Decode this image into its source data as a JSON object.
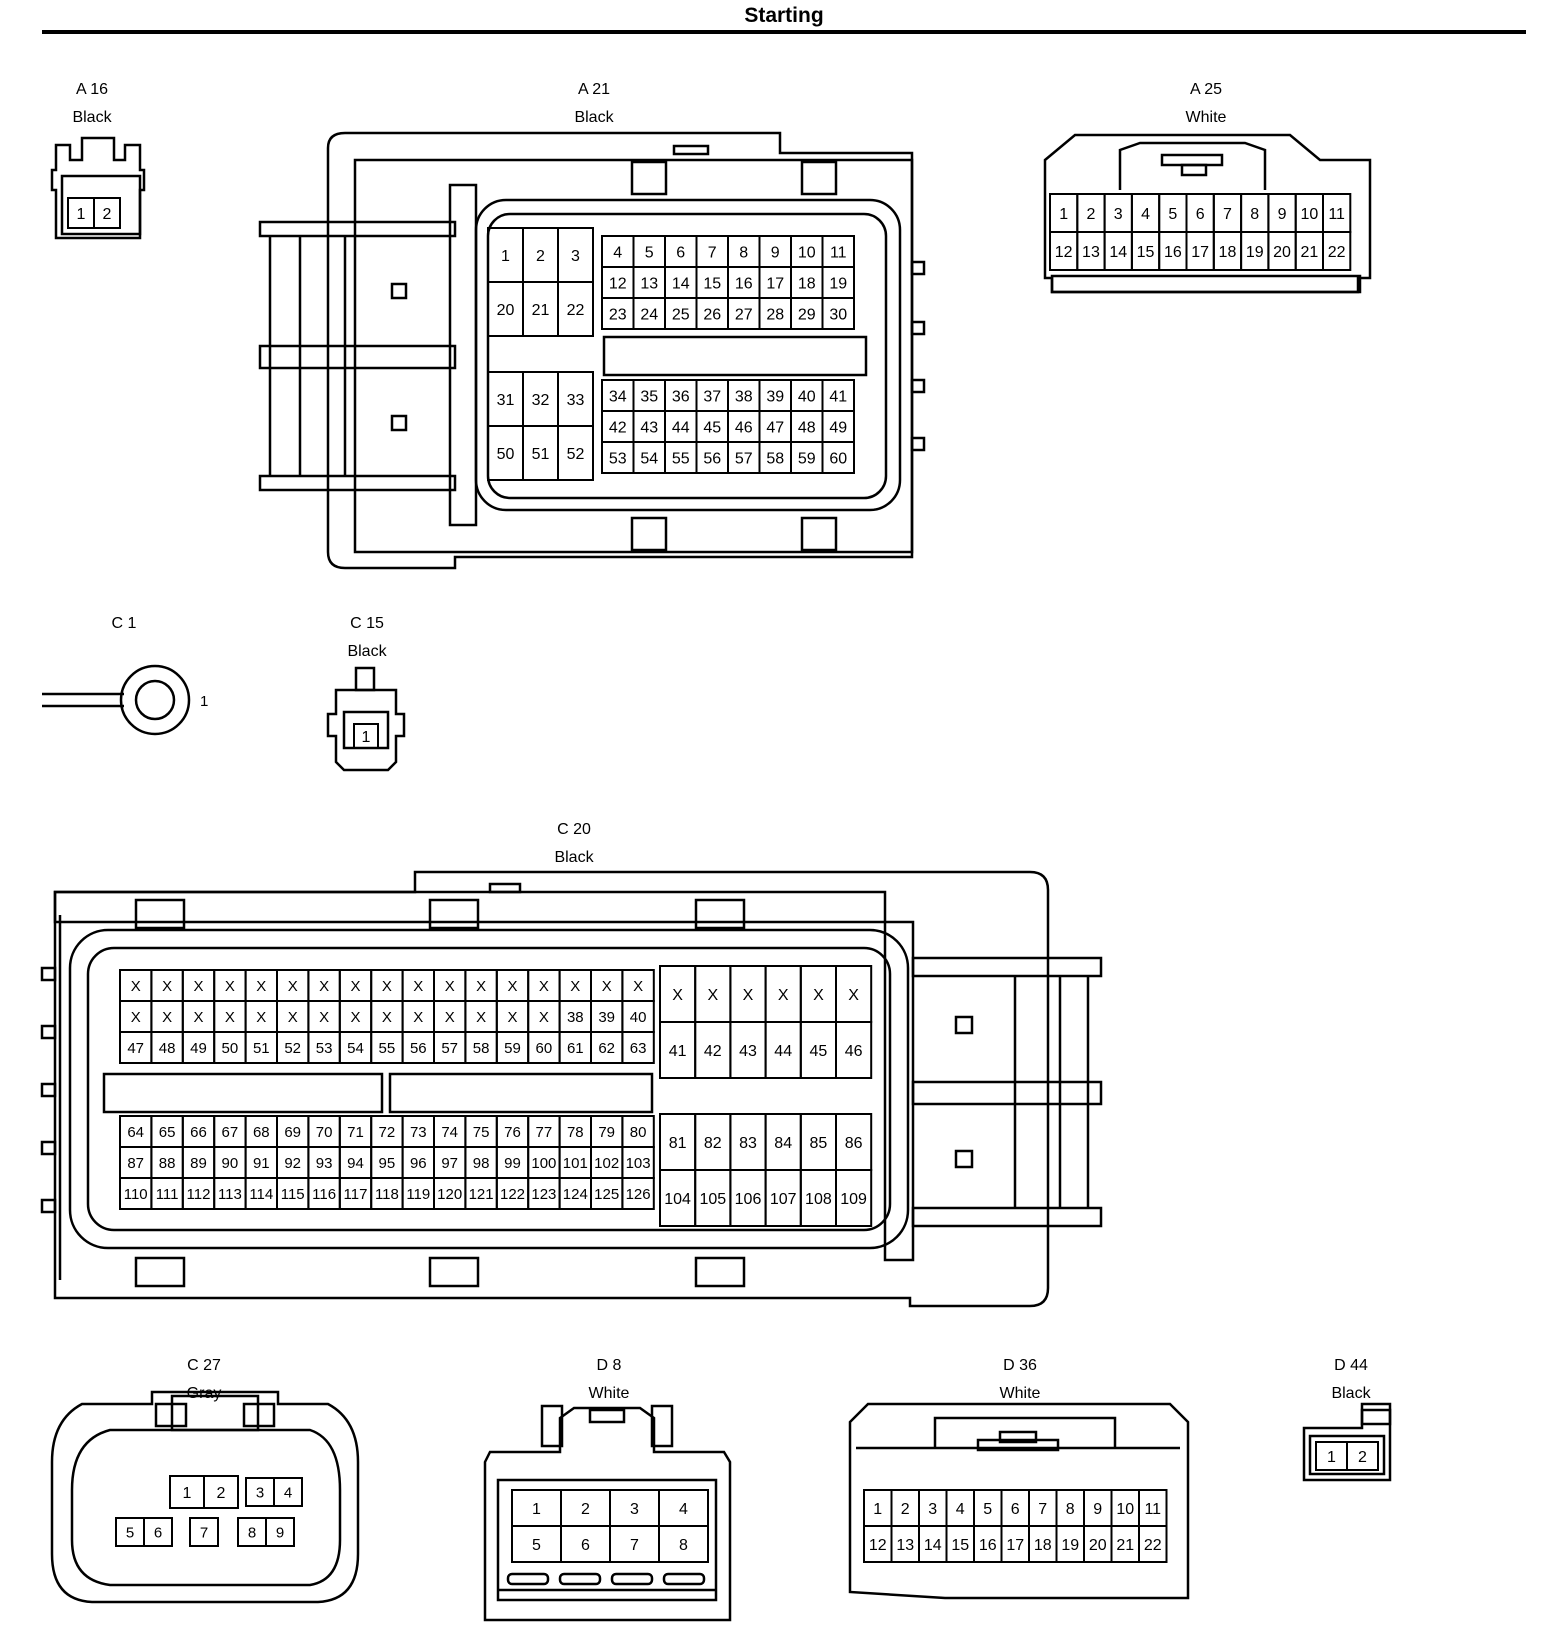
{
  "title": "Starting",
  "connectors": {
    "a16": {
      "id": "A 16",
      "color": "Black",
      "pins": [
        "1",
        "2"
      ]
    },
    "a21": {
      "id": "A 21",
      "color": "Black",
      "big_top": [
        "1",
        "2",
        "3",
        "20",
        "21",
        "22"
      ],
      "small_top": [
        "4",
        "5",
        "6",
        "7",
        "8",
        "9",
        "10",
        "11",
        "12",
        "13",
        "14",
        "15",
        "16",
        "17",
        "18",
        "19",
        "23",
        "24",
        "25",
        "26",
        "27",
        "28",
        "29",
        "30"
      ],
      "big_bottom": [
        "31",
        "32",
        "33",
        "50",
        "51",
        "52"
      ],
      "small_bottom": [
        "34",
        "35",
        "36",
        "37",
        "38",
        "39",
        "40",
        "41",
        "42",
        "43",
        "44",
        "45",
        "46",
        "47",
        "48",
        "49",
        "53",
        "54",
        "55",
        "56",
        "57",
        "58",
        "59",
        "60"
      ]
    },
    "a25": {
      "id": "A 25",
      "color": "White",
      "pins": [
        "1",
        "2",
        "3",
        "4",
        "5",
        "6",
        "7",
        "8",
        "9",
        "10",
        "11",
        "12",
        "13",
        "14",
        "15",
        "16",
        "17",
        "18",
        "19",
        "20",
        "21",
        "22"
      ]
    },
    "c1": {
      "id": "C 1",
      "pins": [
        "1"
      ]
    },
    "c15": {
      "id": "C 15",
      "color": "Black",
      "pins": [
        "1"
      ]
    },
    "c20": {
      "id": "C 20",
      "color": "Black",
      "left_top": [
        "X",
        "X",
        "X",
        "X",
        "X",
        "X",
        "X",
        "X",
        "X",
        "X",
        "X",
        "X",
        "X",
        "X",
        "X",
        "X",
        "X",
        "X",
        "X",
        "X",
        "X",
        "X",
        "X",
        "X",
        "X",
        "X",
        "X",
        "X",
        "X",
        "X",
        "X",
        "38",
        "39",
        "40",
        "47",
        "48",
        "49",
        "50",
        "51",
        "52",
        "53",
        "54",
        "55",
        "56",
        "57",
        "58",
        "59",
        "60",
        "61",
        "62",
        "63"
      ],
      "right_top": [
        "X",
        "X",
        "X",
        "X",
        "X",
        "X",
        "41",
        "42",
        "43",
        "44",
        "45",
        "46"
      ],
      "left_bottom": [
        "64",
        "65",
        "66",
        "67",
        "68",
        "69",
        "70",
        "71",
        "72",
        "73",
        "74",
        "75",
        "76",
        "77",
        "78",
        "79",
        "80",
        "87",
        "88",
        "89",
        "90",
        "91",
        "92",
        "93",
        "94",
        "95",
        "96",
        "97",
        "98",
        "99",
        "100",
        "101",
        "102",
        "103",
        "110",
        "111",
        "112",
        "113",
        "114",
        "115",
        "116",
        "117",
        "118",
        "119",
        "120",
        "121",
        "122",
        "123",
        "124",
        "125",
        "126"
      ],
      "right_bottom": [
        "81",
        "82",
        "83",
        "84",
        "85",
        "86",
        "104",
        "105",
        "106",
        "107",
        "108",
        "109"
      ]
    },
    "c27": {
      "id": "C 27",
      "color": "Gray",
      "pins": [
        "1",
        "2",
        "3",
        "4",
        "5",
        "6",
        "7",
        "8",
        "9"
      ]
    },
    "d8": {
      "id": "D 8",
      "color": "White",
      "pins": [
        "1",
        "2",
        "3",
        "4",
        "5",
        "6",
        "7",
        "8"
      ]
    },
    "d36": {
      "id": "D 36",
      "color": "White",
      "pins": [
        "1",
        "2",
        "3",
        "4",
        "5",
        "6",
        "7",
        "8",
        "9",
        "10",
        "11",
        "12",
        "13",
        "14",
        "15",
        "16",
        "17",
        "18",
        "19",
        "20",
        "21",
        "22"
      ]
    },
    "d44": {
      "id": "D 44",
      "color": "Black",
      "pins": [
        "1",
        "2"
      ]
    }
  }
}
